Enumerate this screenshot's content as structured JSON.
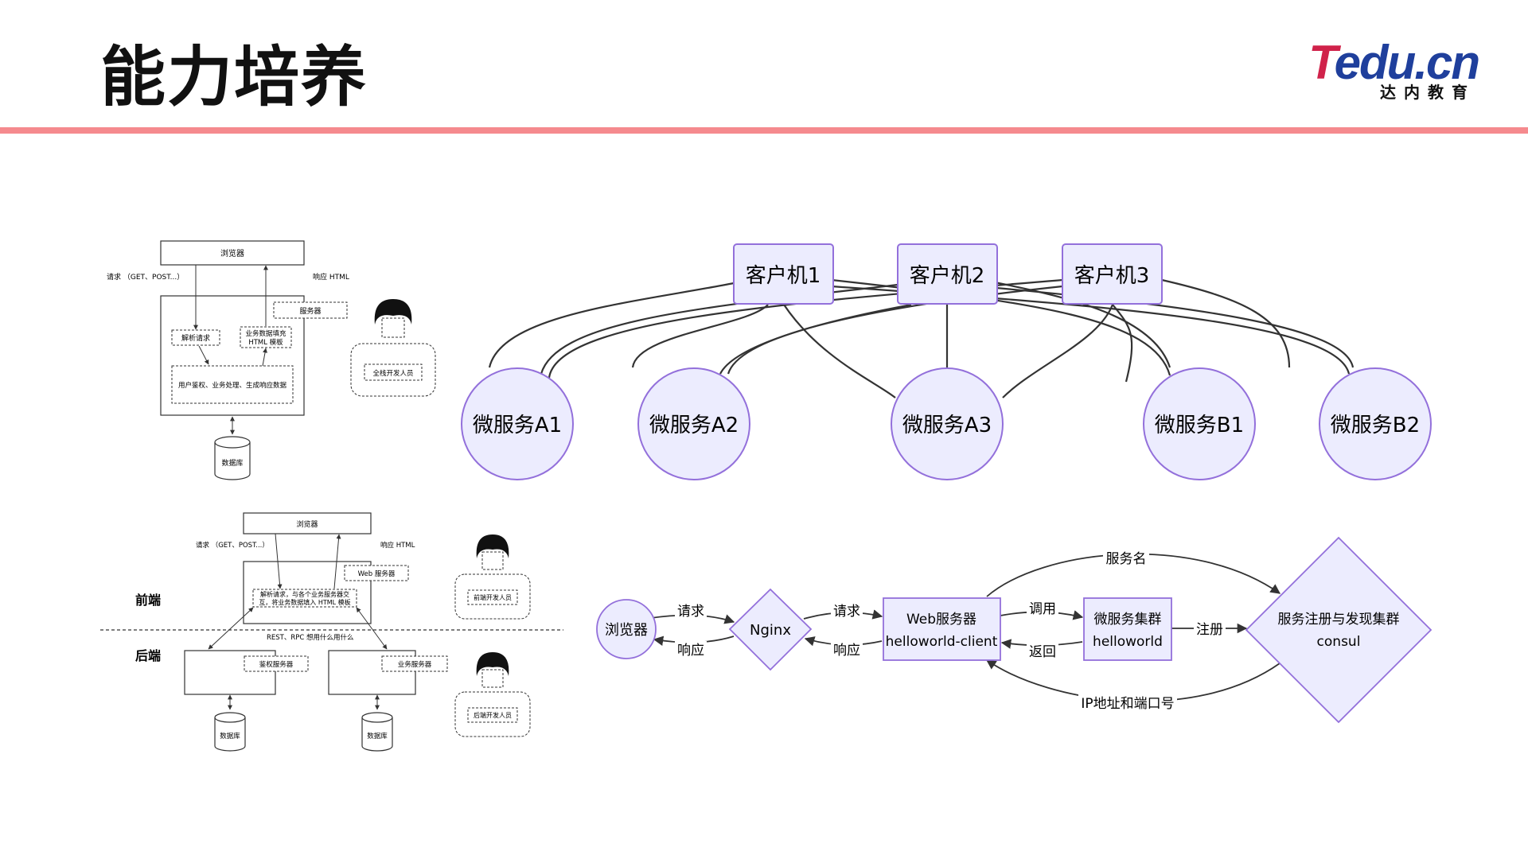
{
  "page": {
    "title": "能力培养"
  },
  "logo": {
    "main_t": "T",
    "main_rest": "edu.cn",
    "sub": "达内教育"
  },
  "left_top": {
    "browser": "浏览器",
    "request": "请求 （GET、POST...）",
    "response": "响应 HTML",
    "server": "服务器",
    "parse": "解析请求",
    "fill_line1": "业务数据填充",
    "fill_line2": "HTML 模板",
    "process": "用户鉴权、业务处理、生成响应数据",
    "db": "数据库",
    "dev": "全栈开发人员"
  },
  "left_bottom": {
    "browser": "浏览器",
    "request": "请求 （GET、POST...）",
    "response": "响应 HTML",
    "web_server": "Web 服务器",
    "front_line1": "解析请求，与各个业务服务器交",
    "front_line2": "互，将业务数据填入 HTML 模板",
    "frontend": "前端",
    "backend": "后端",
    "rest": "REST、RPC 想用什么用什么",
    "auth_server": "鉴权服务器",
    "biz_server": "业务服务器",
    "db1": "数据库",
    "db2": "数据库",
    "front_dev": "前端开发人员",
    "back_dev": "后端开发人员"
  },
  "mesh": {
    "clients": [
      "客户机1",
      "客户机2",
      "客户机3"
    ],
    "services": [
      "微服务A1",
      "微服务A2",
      "微服务A3",
      "微服务B1",
      "微服务B2"
    ],
    "colors": {
      "fill": "#ececfe",
      "stroke": "#9370db",
      "edge": "#333333"
    }
  },
  "flow": {
    "browser": "浏览器",
    "nginx": "Nginx",
    "web_line1": "Web服务器",
    "web_line2": "helloworld-client",
    "cluster_line1": "微服务集群",
    "cluster_line2": "helloworld",
    "consul_line1": "服务注册与发现集群",
    "consul_line2": "consul",
    "req1": "请求",
    "resp1": "响应",
    "req2": "请求",
    "resp2": "响应",
    "call": "调用",
    "ret": "返回",
    "register": "注册",
    "service_name": "服务名",
    "ip_port": "IP地址和端口号"
  }
}
